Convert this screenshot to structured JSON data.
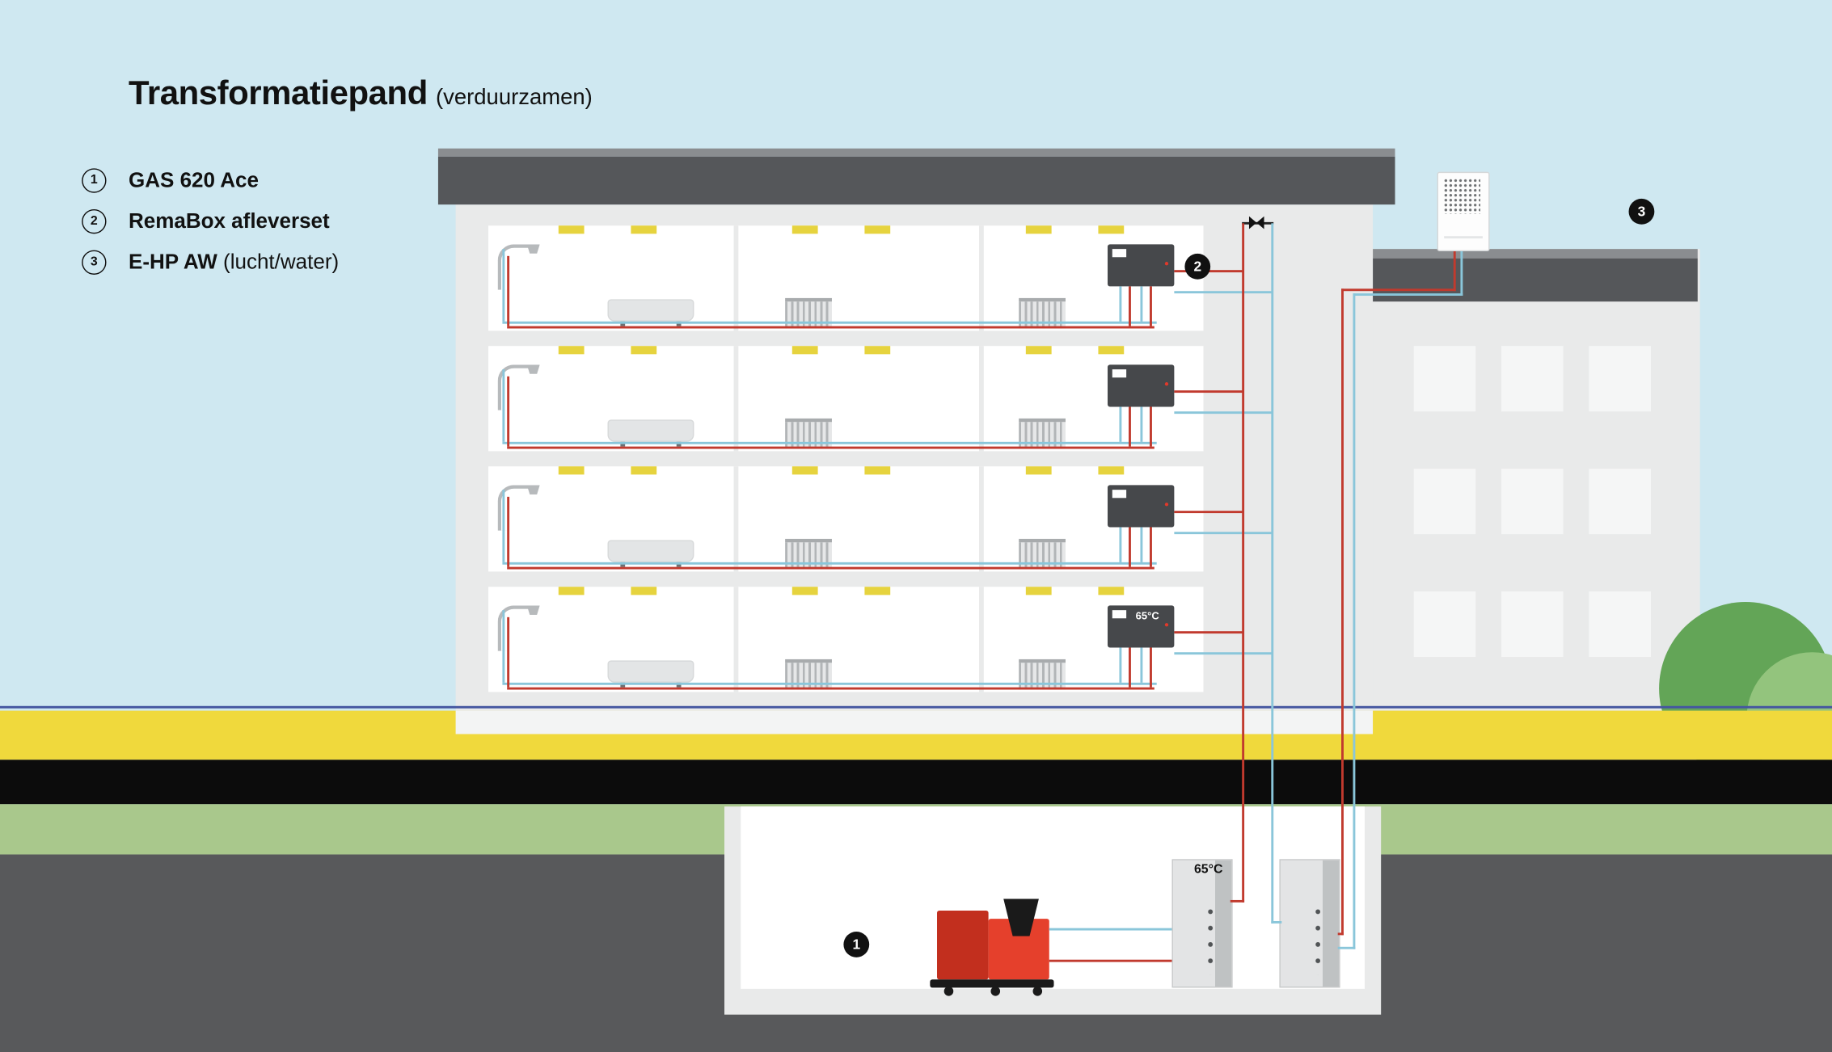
{
  "title": {
    "main": "Transformatiepand",
    "sub": "(verduurzamen)"
  },
  "legend": {
    "items": [
      {
        "num": "1",
        "name": "GAS 620 Ace",
        "suffix": ""
      },
      {
        "num": "2",
        "name": "RemaBox afleverset",
        "suffix": ""
      },
      {
        "num": "3",
        "name": "E-HP AW",
        "suffix": "(lucht/water)"
      }
    ]
  },
  "markers": {
    "unit1": "1",
    "unit2": "2",
    "unit3": "3"
  },
  "temps": {
    "remabox": "65°C",
    "buffer": "65°C"
  },
  "colors": {
    "sky": "#cfe8f1",
    "roof-dark": "#55575a",
    "roof-light": "#8a8d90",
    "building": "#e9eaea",
    "room": "#ffffff",
    "vent": "#e6d33e",
    "g-yellow": "#f0d93c",
    "g-black": "#0c0c0c",
    "g-green": "#a9c88c",
    "g-road": "#58595b",
    "pipe-red": "#c13a2e",
    "pipe-blue": "#8ac6da",
    "unit-red": "#e5402c",
    "unit-red-dark": "#c22f1e",
    "marker": "#111111",
    "horizon": "#4456a0",
    "bush": "#63a557",
    "bush-light": "#93c47d",
    "fixture": "#b7babc",
    "box": "#46484b"
  }
}
